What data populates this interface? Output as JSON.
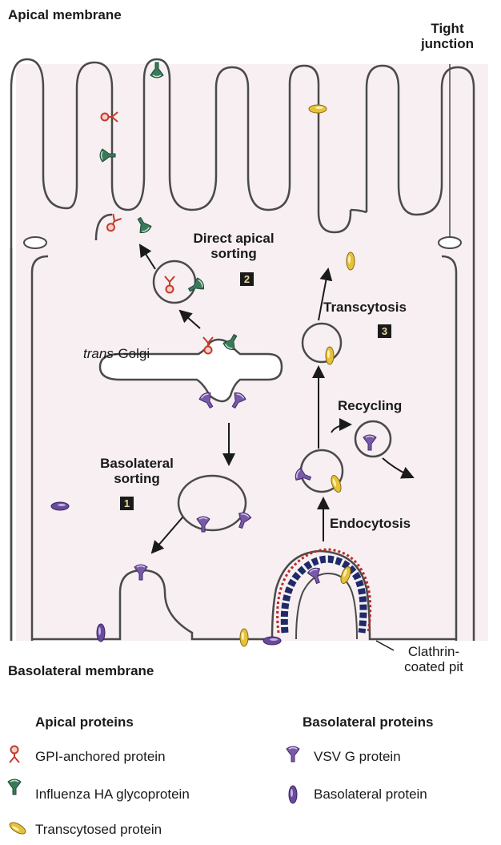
{
  "colors": {
    "membrane": "#4a4a4a",
    "cytoplasm": "#f6eef0",
    "gpi": "#c43a2a",
    "ha": "#3a7a5a",
    "vsvg": "#7a5aa8",
    "basolateral": "#6a4a9a",
    "transcytosed": "#e6c23a",
    "clathrin_red": "#b82a2a",
    "clathrin_blue": "#1f2a6a"
  },
  "labels": {
    "apical_membrane": "Apical membrane",
    "tight_junction_1": "Tight",
    "tight_junction_2": "junction",
    "direct_apical_1": "Direct apical",
    "direct_apical_2": "sorting",
    "trans_golgi_italic": "trans",
    "trans_golgi_rest": "-Golgi",
    "transcytosis": "Transcytosis",
    "recycling": "Recycling",
    "basolateral_sorting_1": "Basolateral",
    "basolateral_sorting_2": "sorting",
    "endocytosis": "Endocytosis",
    "basolateral_membrane": "Basolateral membrane",
    "clathrin_1": "Clathrin-",
    "clathrin_2": "coated pit",
    "step_1": "1",
    "step_2": "2",
    "step_3": "3"
  },
  "legend": {
    "apical_title": "Apical proteins",
    "basolateral_title": "Basolateral proteins",
    "gpi": "GPI-anchored protein",
    "ha": "Influenza HA glycoprotein",
    "transcytosed": "Transcytosed protein",
    "vsvg": "VSV G protein",
    "basolateral": "Basolateral protein"
  }
}
